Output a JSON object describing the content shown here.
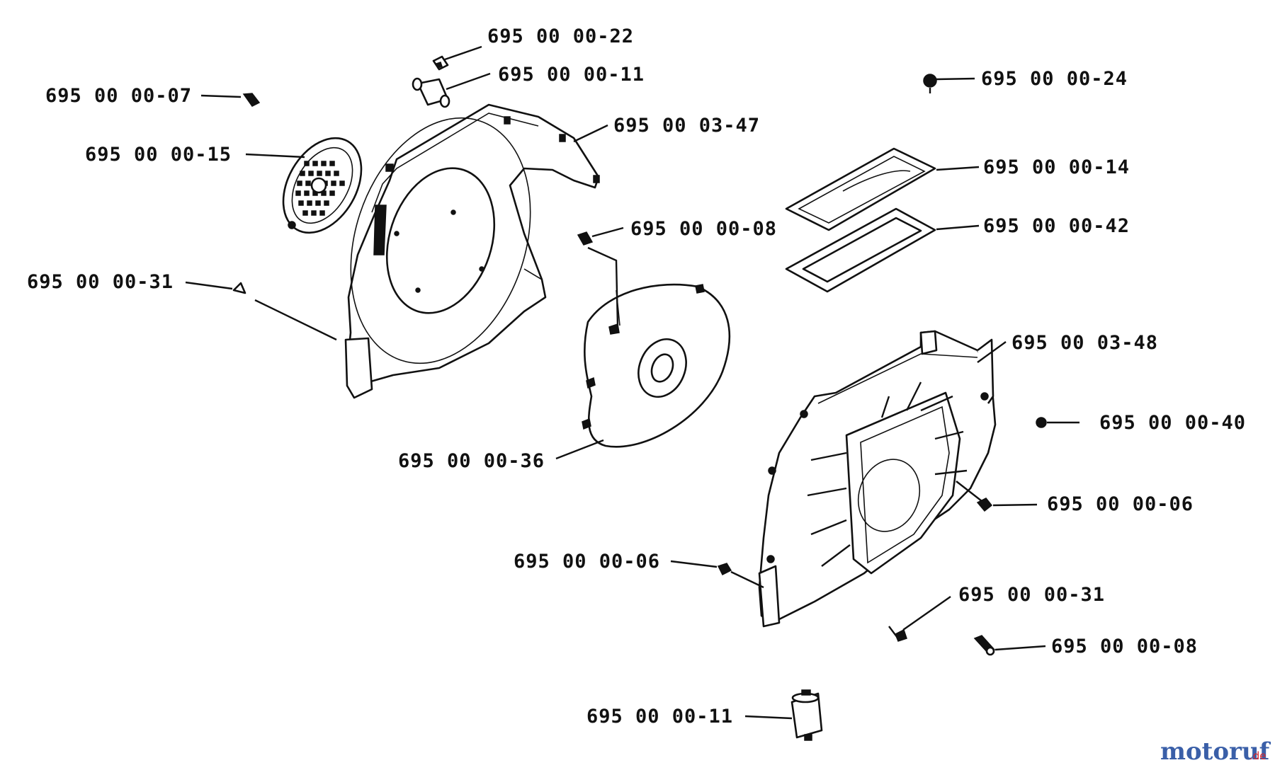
{
  "parts": [
    {
      "id": "p1",
      "number": "695 00 00-22"
    },
    {
      "id": "p2",
      "number": "695 00 00-11"
    },
    {
      "id": "p3",
      "number": "695 00 00-07"
    },
    {
      "id": "p4",
      "number": "695 00 03-47"
    },
    {
      "id": "p5",
      "number": "695 00 00-15"
    },
    {
      "id": "p6",
      "number": "695 00 00-24"
    },
    {
      "id": "p7",
      "number": "695 00 00-14"
    },
    {
      "id": "p8",
      "number": "695 00 00-42"
    },
    {
      "id": "p9",
      "number": "695 00 00-08"
    },
    {
      "id": "p10",
      "number": "695 00 00-31"
    },
    {
      "id": "p11",
      "number": "695 00 03-48"
    },
    {
      "id": "p12",
      "number": "695 00 00-40"
    },
    {
      "id": "p13",
      "number": "695 00 00-36"
    },
    {
      "id": "p14",
      "number": "695 00 00-06"
    },
    {
      "id": "p15",
      "number": "695 00 00-06"
    },
    {
      "id": "p16",
      "number": "695 00 00-31"
    },
    {
      "id": "p17",
      "number": "695 00 00-08"
    },
    {
      "id": "p18",
      "number": "695 00 00-11"
    }
  ],
  "watermark": {
    "brand": "motoruf",
    "suffix": ".de",
    "brand_color": "#3a5fa8",
    "accent_color": "#d7262b"
  }
}
